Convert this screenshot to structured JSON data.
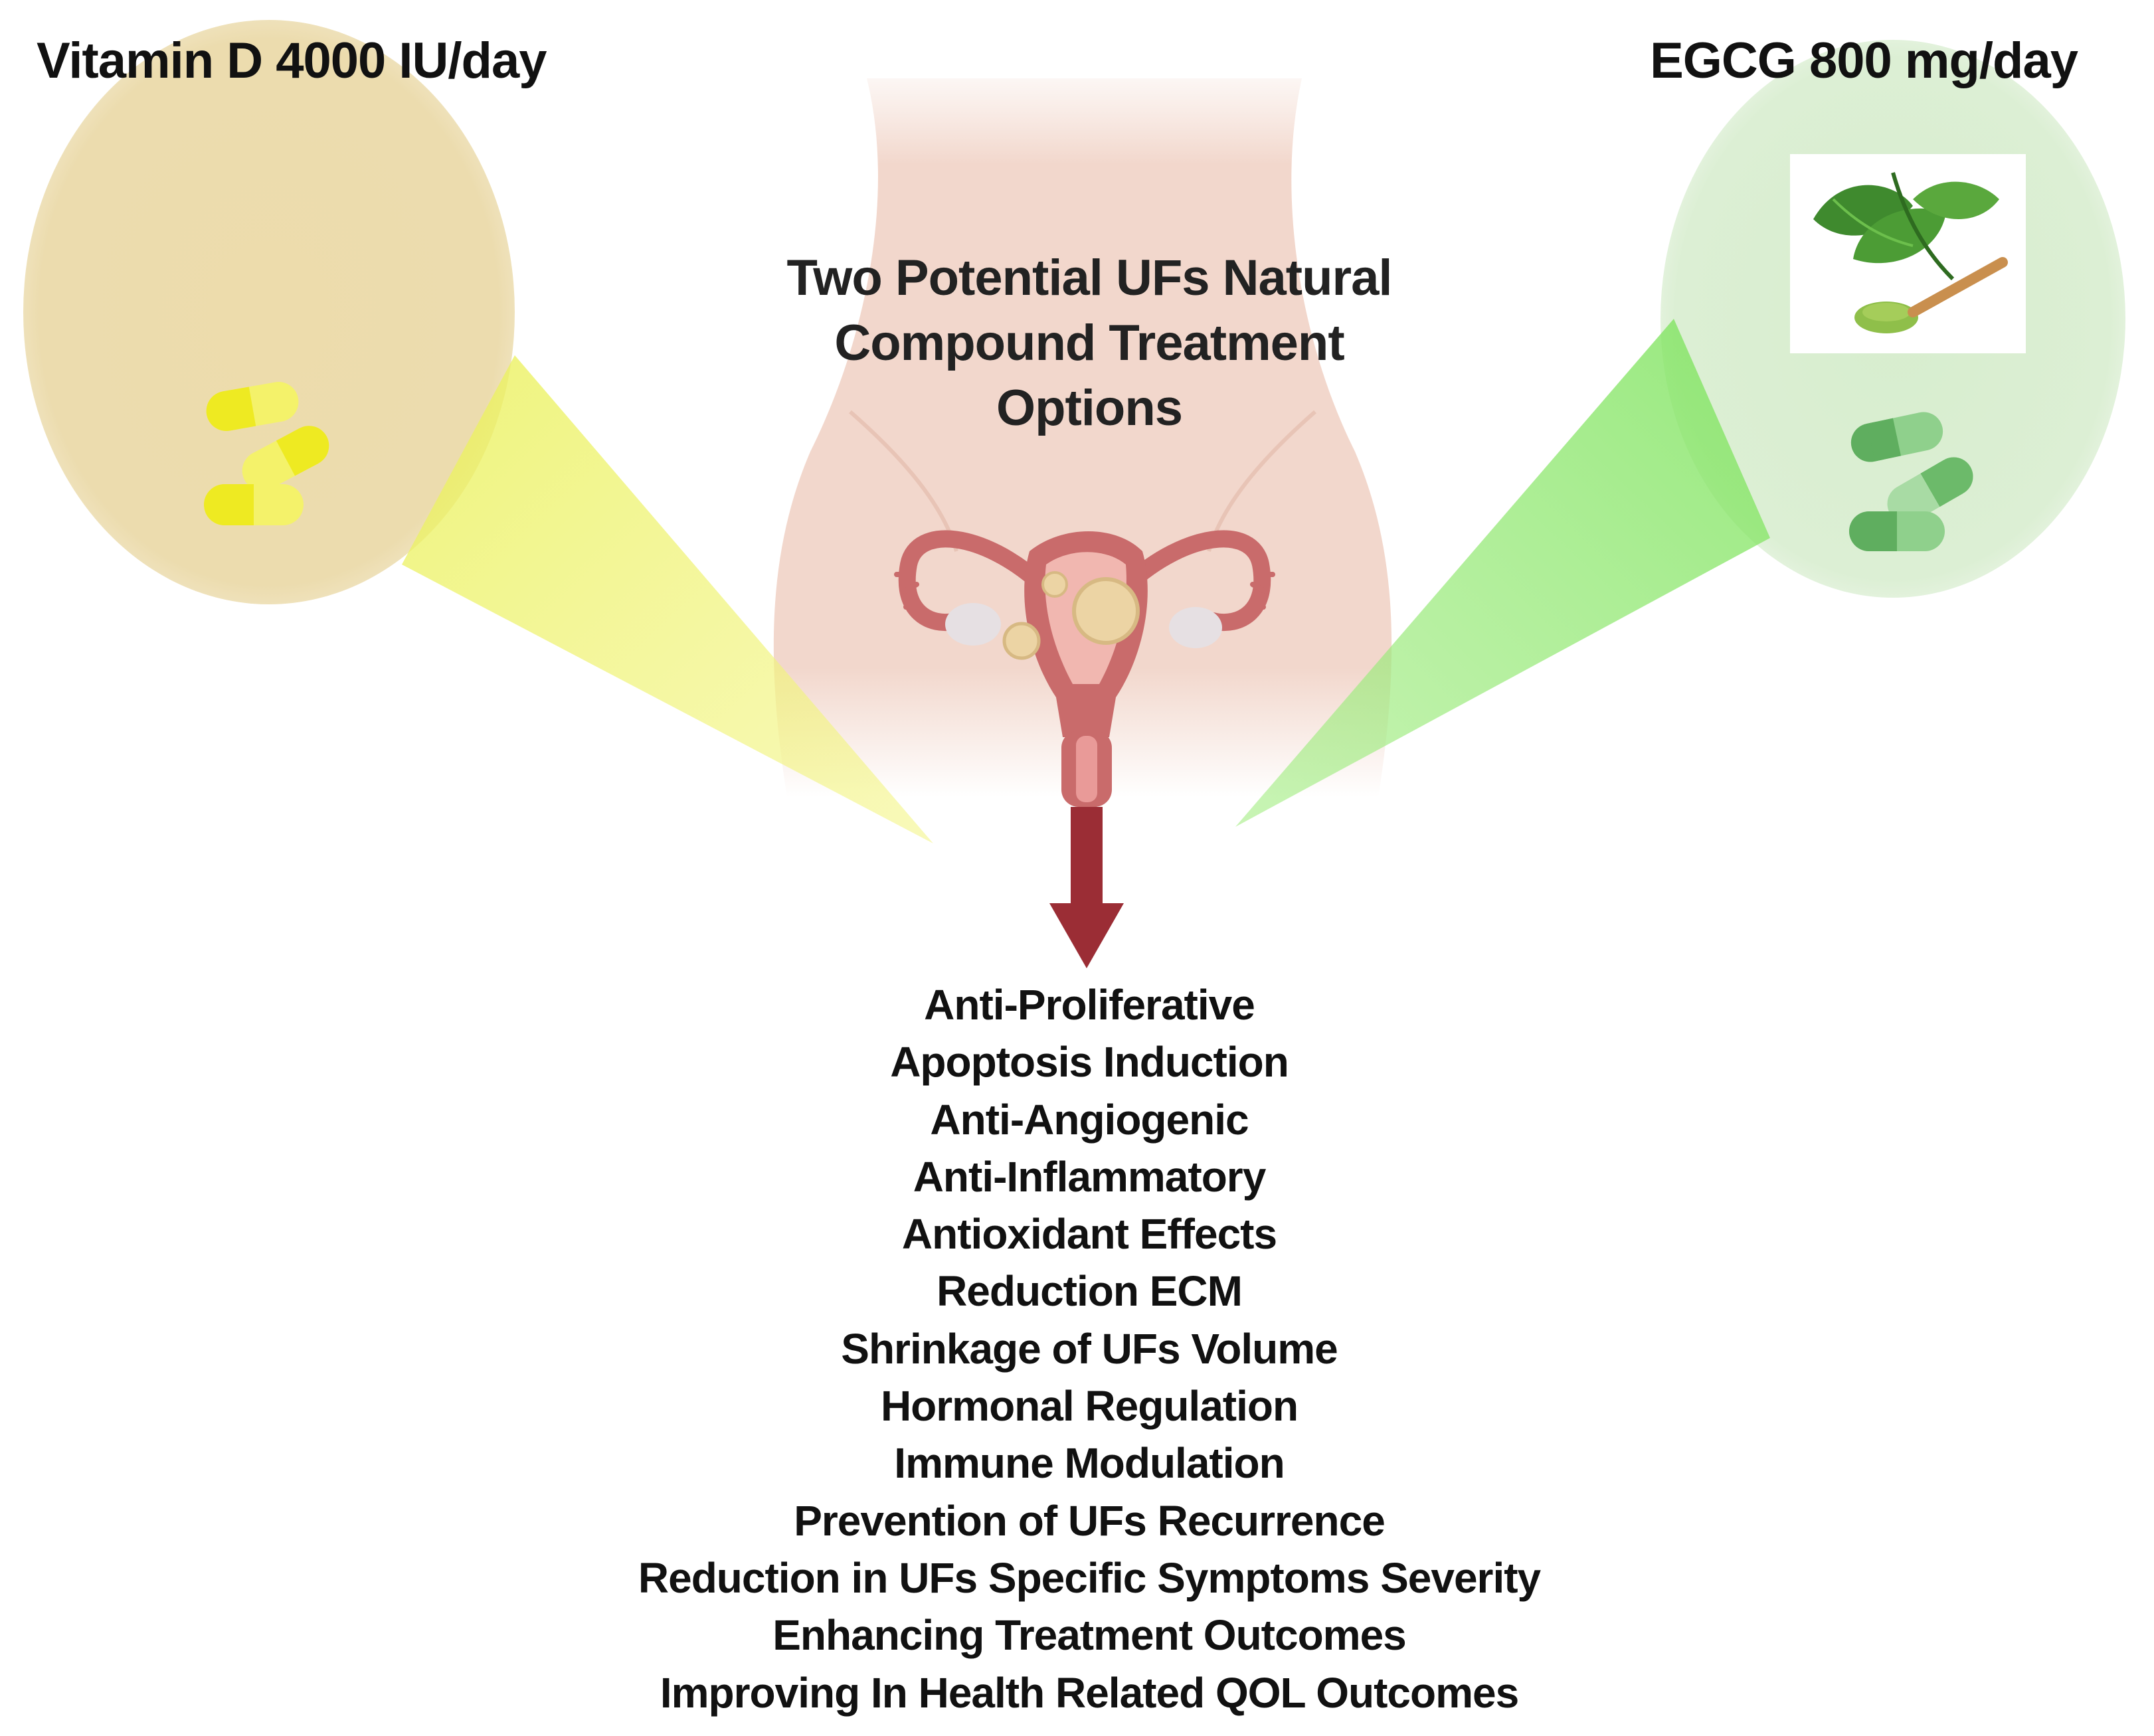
{
  "left_supplement": {
    "label": "Vitamin D 4000 IU/day",
    "capsule_color": "#f2ef3a",
    "circle_color": "#ecdcae"
  },
  "right_supplement": {
    "label": "EGCG 800 mg/day",
    "capsule_color": "#5fae5f",
    "circle_color": "#dcefd4",
    "icons": [
      "green-tea-leaves-icon",
      "matcha-spoon-icon"
    ]
  },
  "center": {
    "title_lines": [
      "Two Potential UFs Natural",
      "Compound Treatment",
      "Options"
    ],
    "body_color": "#f2d7cc",
    "uterus_color": "#c96b6b",
    "fibroid_color": "#ecd4a4"
  },
  "arrow": {
    "color": "#9b2d35",
    "icon": "down-arrow-icon"
  },
  "effects": [
    "Anti-Proliferative",
    "Apoptosis Induction",
    "Anti-Angiogenic",
    "Anti-Inflammatory",
    "Antioxidant Effects",
    "Reduction ECM",
    "Shrinkage of UFs Volume",
    "Hormonal Regulation",
    "Immune Modulation",
    "Prevention of UFs Recurrence",
    "Reduction in UFs Specific Symptoms Severity",
    "Enhancing Treatment Outcomes",
    "Improving In Health Related QOL Outcomes"
  ]
}
